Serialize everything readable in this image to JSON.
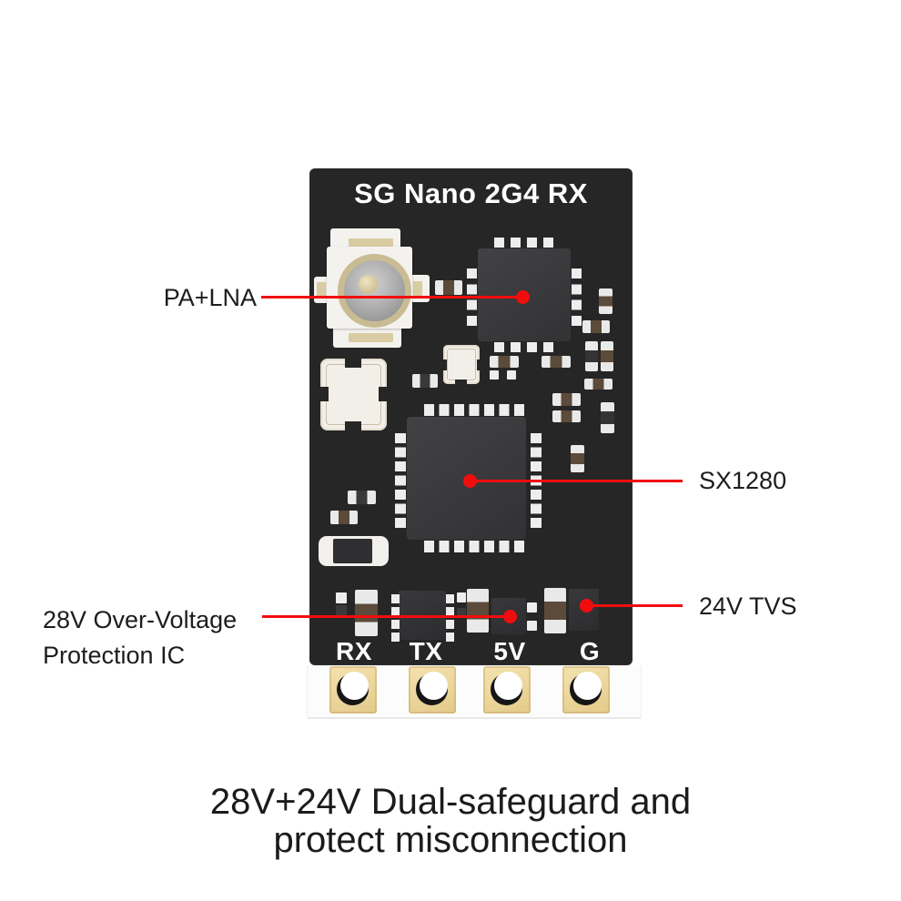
{
  "board": {
    "title": "SG Nano 2G4 RX",
    "pin_labels": [
      "RX",
      "TX",
      "5V",
      "G"
    ]
  },
  "annotations": {
    "pa_lna": "PA+LNA",
    "sx1280": "SX1280",
    "tvs": "24V TVS",
    "ovp_line1": "28V Over-Voltage",
    "ovp_line2": "Protection IC"
  },
  "caption": {
    "line1": "28V+24V Dual-safeguard and",
    "line2": "protect misconnection"
  },
  "colors": {
    "accent": "#f20d0d",
    "board": "#262626",
    "chip": "#3a3a3c",
    "gold_pad": "#eeda9f",
    "label_text": "#1d1d1d",
    "title_text": "#ffffff"
  }
}
